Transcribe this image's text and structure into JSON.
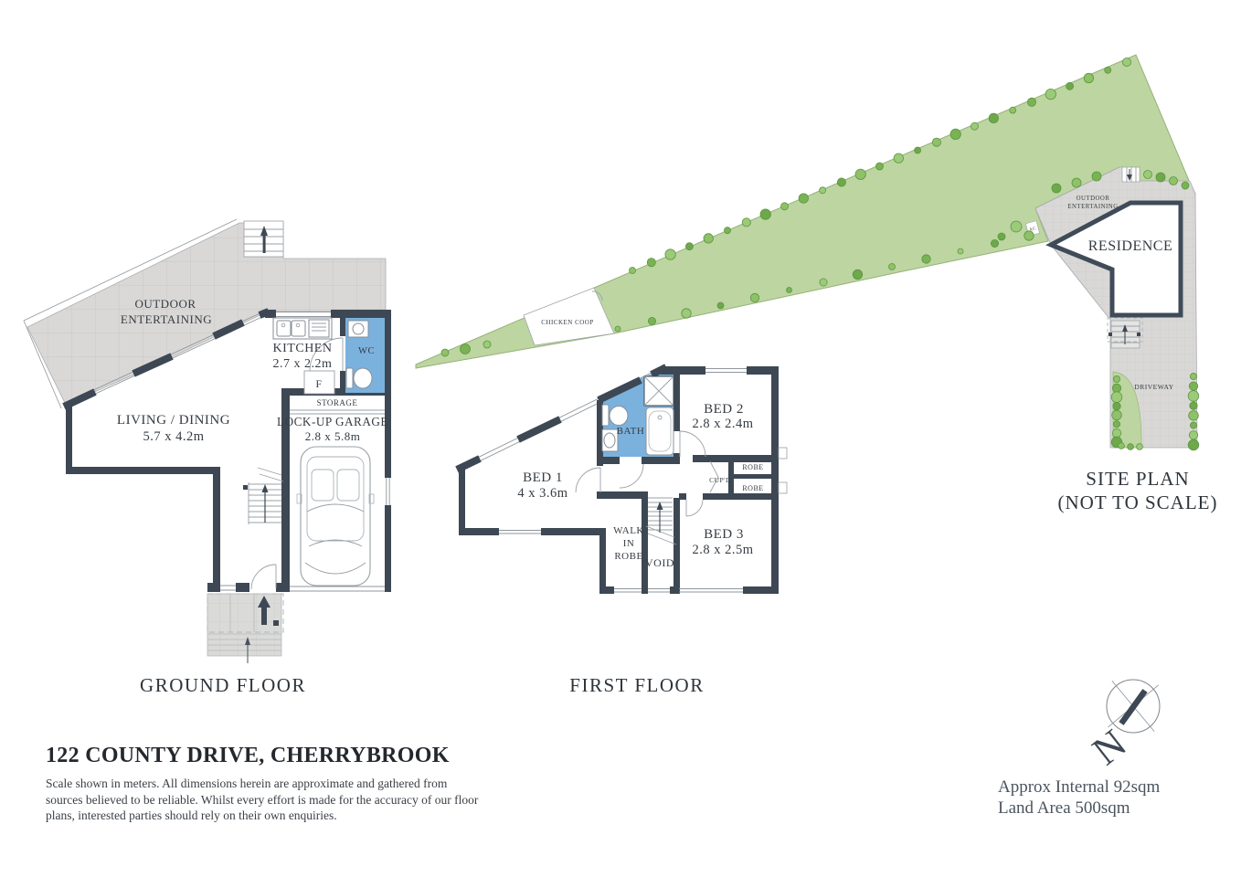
{
  "title_block": {
    "address": "122 COUNTY DRIVE, CHERRYBROOK",
    "disclaimer_line1": "Scale shown in meters. All dimensions herein are approximate and gathered from",
    "disclaimer_line2": "sources believed to be  reliable. Whilst every effort is made for the accuracy of our floor",
    "disclaimer_line3": "plans, interested parties should rely on their own enquiries."
  },
  "ground_floor": {
    "label": "GROUND FLOOR",
    "outdoor_line1": "OUTDOOR",
    "outdoor_line2": "ENTERTAINING",
    "kitchen_name": "KITCHEN",
    "kitchen_dims": "2.7 x 2.2m",
    "wc_label": "WC",
    "fridge_label": "F",
    "storage_label": "STORAGE",
    "garage_name": "LOCK-UP GARAGE",
    "garage_dims": "2.8 x 5.8m",
    "living_name": "LIVING / DINING",
    "living_dims": "5.7 x 4.2m"
  },
  "first_floor": {
    "label": "FIRST FLOOR",
    "bed1_name": "BED 1",
    "bed1_dims": "4 x 3.6m",
    "bed2_name": "BED 2",
    "bed2_dims": "2.8 x 2.4m",
    "bed3_name": "BED 3",
    "bed3_dims": "2.8 x 2.5m",
    "bath_label": "BATH",
    "wir_line1": "WALK",
    "wir_line2": "IN",
    "wir_line3": "ROBE",
    "void_label": "VOID",
    "cupd_label": "CUP'D",
    "robe1_label": "ROBE",
    "robe2_label": "ROBE"
  },
  "site_plan": {
    "title_line1": "SITE PLAN",
    "title_line2": "(NOT TO SCALE)",
    "residence_label": "RESIDENCE",
    "outdoor_line1": "OUTDOOR",
    "outdoor_line2": "ENTERTAINING",
    "chicken_coop_label": "CHICKEN COOP",
    "driveway_label": "DRIVEWAY",
    "ac_label": "AC"
  },
  "compass": {
    "north_label": "N"
  },
  "areas": {
    "internal": "Approx Internal 92sqm",
    "land": "Land Area 500sqm"
  },
  "colors": {
    "wall": "#3d4854",
    "bath_blue": "#7bb1dd",
    "land_green": "#bdd5a1",
    "tree_green": "#79b354",
    "tile_gray": "#d9d8d6",
    "text": "#363c43"
  }
}
